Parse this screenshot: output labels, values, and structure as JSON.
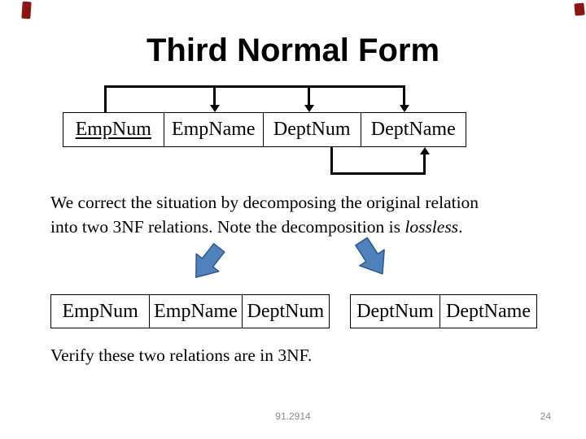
{
  "slide": {
    "title": "Third Normal Form",
    "footer": "91.2914",
    "page_number": "24"
  },
  "original_relation": {
    "columns": [
      {
        "label": "EmpNum",
        "key": true
      },
      {
        "label": "EmpName",
        "key": false
      },
      {
        "label": "DeptNum",
        "key": false
      },
      {
        "label": "DeptName",
        "key": false
      }
    ]
  },
  "paragraph": {
    "line1": "We correct the situation by decomposing the original relation",
    "line2_prefix": "into two 3NF relations. Note the decomposition is ",
    "line2_italic": "lossless",
    "line2_suffix": "."
  },
  "decomposed_relations": {
    "left_table": {
      "columns": [
        "EmpNum",
        "EmpName",
        "DeptNum"
      ]
    },
    "right_table": {
      "columns": [
        "DeptNum",
        "DeptName"
      ]
    }
  },
  "verify_text": "Verify these two relations are in 3NF.",
  "icons": {
    "left_arrow": "down-left-block-arrow",
    "right_arrow": "down-right-block-arrow"
  },
  "colors": {
    "arrow_fill": "#4f81bd",
    "arrow_stroke": "#2f5786",
    "line_black": "#000000",
    "footer_gray": "#8a8a8a",
    "corner_mark_red": "#8b1414"
  }
}
